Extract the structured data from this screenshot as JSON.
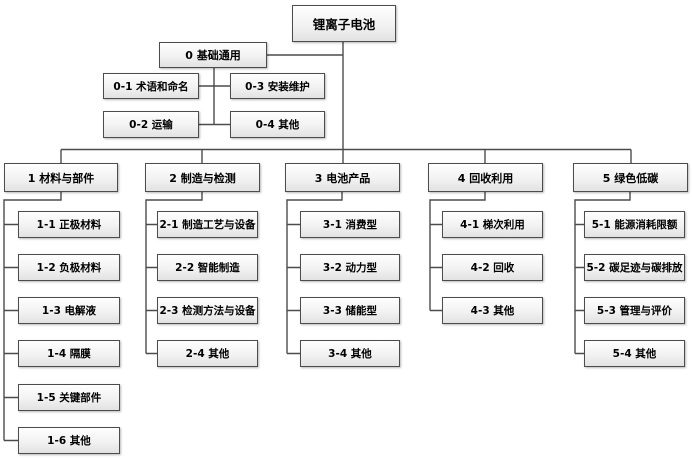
{
  "diagram": {
    "root": "锂离子电池",
    "general": {
      "label": "0 基础通用",
      "children": [
        "0-1 术语和命名",
        "0-2 运输",
        "0-3 安装维护",
        "0-4 其他"
      ]
    },
    "branches": [
      {
        "label": "1 材料与部件",
        "children": [
          "1-1 正极材料",
          "1-2 负极材料",
          "1-3 电解液",
          "1-4 隔膜",
          "1-5 关键部件",
          "1-6 其他"
        ]
      },
      {
        "label": "2 制造与检测",
        "children": [
          "2-1 制造工艺与设备",
          "2-2 智能制造",
          "2-3 检测方法与设备",
          "2-4 其他"
        ]
      },
      {
        "label": "3 电池产品",
        "children": [
          "3-1 消费型",
          "3-2 动力型",
          "3-3 储能型",
          "3-4 其他"
        ]
      },
      {
        "label": "4 回收利用",
        "children": [
          "4-1 梯次利用",
          "4-2 回收",
          "4-3 其他"
        ]
      },
      {
        "label": "5 绿色低碳",
        "children": [
          "5-1 能源消耗限额",
          "5-2 碳足迹与碳排放",
          "5-3 管理与评价",
          "5-4 其他"
        ]
      }
    ],
    "colors": {
      "box_border": "#4c4c4c",
      "connector_line": "#4c4c4c",
      "box_fill_top": "#fefefe",
      "box_fill_bottom": "#e2e2e2",
      "text": "#000000"
    }
  }
}
